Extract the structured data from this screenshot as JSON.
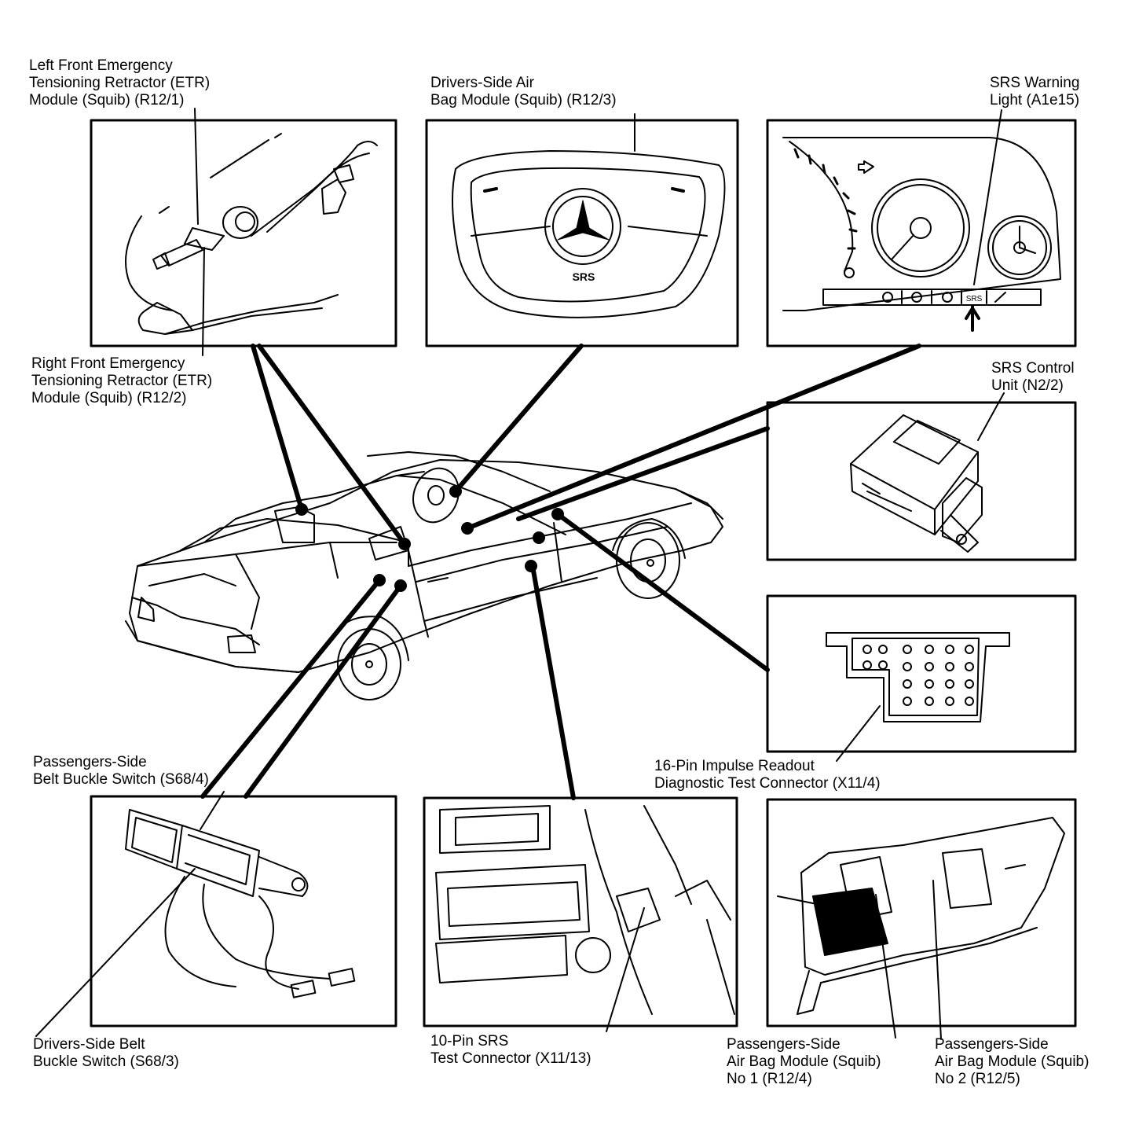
{
  "labels": {
    "left_etr": [
      "Left Front Emergency",
      "Tensioning Retractor (ETR)",
      "Module (Squib) (R12/1)"
    ],
    "right_etr": [
      "Right Front Emergency",
      "Tensioning Retractor (ETR)",
      "Module (Squib) (R12/2)"
    ],
    "driver_airbag": [
      "Drivers-Side Air",
      "Bag Module (Squib) (R12/3)"
    ],
    "srs_light": [
      "SRS Warning",
      "Light (A1e15)"
    ],
    "srs_control": [
      "SRS Control",
      "Unit (N2/2)"
    ],
    "pass_buckle": [
      "Passengers-Side",
      "Belt Buckle Switch (S68/4)"
    ],
    "diag_conn": [
      "16-Pin Impulse Readout",
      "Diagnostic Test Connector (X11/4)"
    ],
    "drv_buckle": [
      "Drivers-Side Belt",
      "Buckle Switch (S68/3)"
    ],
    "test_conn": [
      "10-Pin SRS",
      "Test Connector (X11/13)"
    ],
    "pass_airbag_1": [
      "Passengers-Side",
      "Air Bag Module (Squib)",
      "No 1 (R12/4)"
    ],
    "pass_airbag_2": [
      "Passengers-Side",
      "Air Bag Module (Squib)",
      "No 2 (R12/5)"
    ]
  },
  "illustration_text": {
    "cluster_indicator": "SRS",
    "wheel_badge": "SRS"
  }
}
